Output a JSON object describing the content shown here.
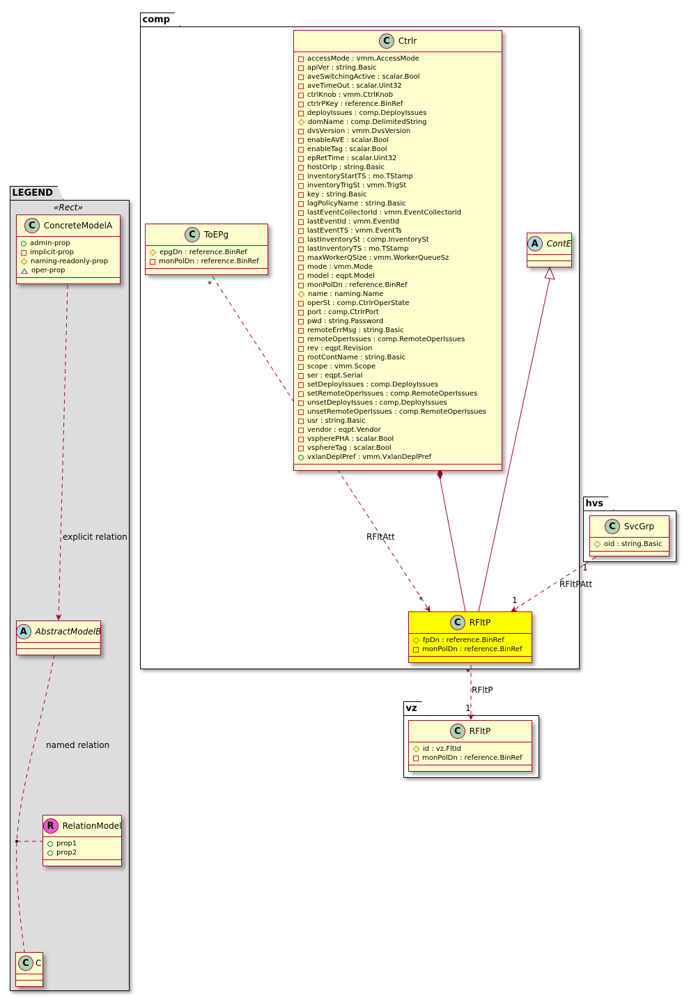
{
  "packages": {
    "legend": "LEGEND",
    "comp": "comp",
    "hvs": "hvs",
    "vz": "vz"
  },
  "legend": {
    "stereotype": "«Rect»",
    "concrete": {
      "badge": "C",
      "name": "ConcreteModelA",
      "attrs": [
        {
          "vis": "public",
          "text": "admin-prop"
        },
        {
          "vis": "private",
          "text": "implicit-prop"
        },
        {
          "vis": "protected",
          "text": "naming-readonly-prop"
        },
        {
          "vis": "package",
          "text": "oper-prop"
        }
      ]
    },
    "abstract": {
      "badge": "A",
      "name": "AbstractModelB"
    },
    "relation": {
      "badge": "R",
      "name": "RelationModel",
      "attrs": [
        {
          "vis": "public",
          "text": "prop1"
        },
        {
          "vis": "public",
          "text": "prop2"
        }
      ]
    },
    "target": {
      "badge": "C",
      "name": "C"
    },
    "explicit_label": "explicit relation",
    "named_label": "named relation"
  },
  "classes": {
    "ctrlr": {
      "badge": "C",
      "name": "Ctrlr",
      "attrs": [
        {
          "vis": "private",
          "text": "accessMode : vmm.AccessMode"
        },
        {
          "vis": "private",
          "text": "apiVer : string.Basic"
        },
        {
          "vis": "private",
          "text": "aveSwitchingActive : scalar.Bool"
        },
        {
          "vis": "private",
          "text": "aveTimeOut : scalar.Uint32"
        },
        {
          "vis": "private",
          "text": "ctrlKnob : vmm.CtrlKnob"
        },
        {
          "vis": "private",
          "text": "ctrlrPKey : reference.BinRef"
        },
        {
          "vis": "private",
          "text": "deployIssues : comp.DeployIssues"
        },
        {
          "vis": "protected",
          "text": "domName : comp.DelimitedString"
        },
        {
          "vis": "private",
          "text": "dvsVersion : vmm.DvsVersion"
        },
        {
          "vis": "private",
          "text": "enableAVE : scalar.Bool"
        },
        {
          "vis": "private",
          "text": "enableTag : scalar.Bool"
        },
        {
          "vis": "private",
          "text": "epRetTime : scalar.Uint32"
        },
        {
          "vis": "private",
          "text": "hostOrIp : string.Basic"
        },
        {
          "vis": "private",
          "text": "inventoryStartTS : mo.TStamp"
        },
        {
          "vis": "private",
          "text": "inventoryTrigSt : vmm.TrigSt"
        },
        {
          "vis": "private",
          "text": "key : string.Basic"
        },
        {
          "vis": "private",
          "text": "lagPolicyName : string.Basic"
        },
        {
          "vis": "private",
          "text": "lastEventCollectorId : vmm.EventCollectorId"
        },
        {
          "vis": "private",
          "text": "lastEventId : vmm.EventId"
        },
        {
          "vis": "private",
          "text": "lastEventTS : vmm.EventTs"
        },
        {
          "vis": "private",
          "text": "lastInventorySt : comp.InventorySt"
        },
        {
          "vis": "private",
          "text": "lastInventoryTS : mo.TStamp"
        },
        {
          "vis": "private",
          "text": "maxWorkerQSize : vmm.WorkerQueueSz"
        },
        {
          "vis": "private",
          "text": "mode : vmm.Mode"
        },
        {
          "vis": "private",
          "text": "model : eqpt.Model"
        },
        {
          "vis": "private",
          "text": "monPolDn : reference.BinRef"
        },
        {
          "vis": "protected",
          "text": "name : naming.Name"
        },
        {
          "vis": "private",
          "text": "operSt : comp.CtrlrOperState"
        },
        {
          "vis": "private",
          "text": "port : comp.CtrlrPort"
        },
        {
          "vis": "private",
          "text": "pwd : string.Password"
        },
        {
          "vis": "private",
          "text": "remoteErrMsg : string.Basic"
        },
        {
          "vis": "private",
          "text": "remoteOperIssues : comp.RemoteOperIssues"
        },
        {
          "vis": "private",
          "text": "rev : eqpt.Revision"
        },
        {
          "vis": "private",
          "text": "rootContName : string.Basic"
        },
        {
          "vis": "private",
          "text": "scope : vmm.Scope"
        },
        {
          "vis": "private",
          "text": "ser : eqpt.Serial"
        },
        {
          "vis": "private",
          "text": "setDeployIssues : comp.DeployIssues"
        },
        {
          "vis": "private",
          "text": "setRemoteOperIssues : comp.RemoteOperIssues"
        },
        {
          "vis": "private",
          "text": "unsetDeployIssues : comp.DeployIssues"
        },
        {
          "vis": "private",
          "text": "unsetRemoteOperIssues : comp.RemoteOperIssues"
        },
        {
          "vis": "private",
          "text": "usr : string.Basic"
        },
        {
          "vis": "private",
          "text": "vendor : eqpt.Vendor"
        },
        {
          "vis": "private",
          "text": "vspherePHA : scalar.Bool"
        },
        {
          "vis": "private",
          "text": "vsphereTag : scalar.Bool"
        },
        {
          "vis": "public",
          "text": "vxlanDeplPref : vmm.VxlanDeplPref"
        }
      ]
    },
    "toepg": {
      "badge": "C",
      "name": "ToEPg",
      "attrs": [
        {
          "vis": "protected",
          "text": "epgDn : reference.BinRef"
        },
        {
          "vis": "private",
          "text": "monPolDn : reference.BinRef"
        }
      ]
    },
    "conte": {
      "badge": "A",
      "name": "ContE"
    },
    "rfltp_comp": {
      "badge": "C",
      "name": "RFltP",
      "attrs": [
        {
          "vis": "protected",
          "text": "fpDn : reference.BinRef"
        },
        {
          "vis": "private",
          "text": "monPolDn : reference.BinRef"
        }
      ]
    },
    "svcgrp": {
      "badge": "C",
      "name": "SvcGrp",
      "attrs": [
        {
          "vis": "protected",
          "text": "oid : string.Basic"
        }
      ]
    },
    "rfltp_vz": {
      "badge": "C",
      "name": "RFltP",
      "attrs": [
        {
          "vis": "protected",
          "text": "id : vz.FltId"
        },
        {
          "vis": "private",
          "text": "monPolDn : reference.BinRef"
        }
      ]
    }
  },
  "relations": {
    "rfltatt": {
      "label": "RFltAtt",
      "from_mult": "*",
      "to_mult": "*"
    },
    "rfltpatt": {
      "label": "RFltPAtt",
      "from_mult": "1",
      "to_mult": "1"
    },
    "rfltp": {
      "label": "RFltP",
      "from_mult": "*",
      "to_mult": "1"
    }
  },
  "colors": {
    "class_fill": "#fefece",
    "class_border": "#a80036",
    "highlight_fill": "#ffff00",
    "legend_fill": "#dddddd",
    "relation_line": "#a80036"
  }
}
